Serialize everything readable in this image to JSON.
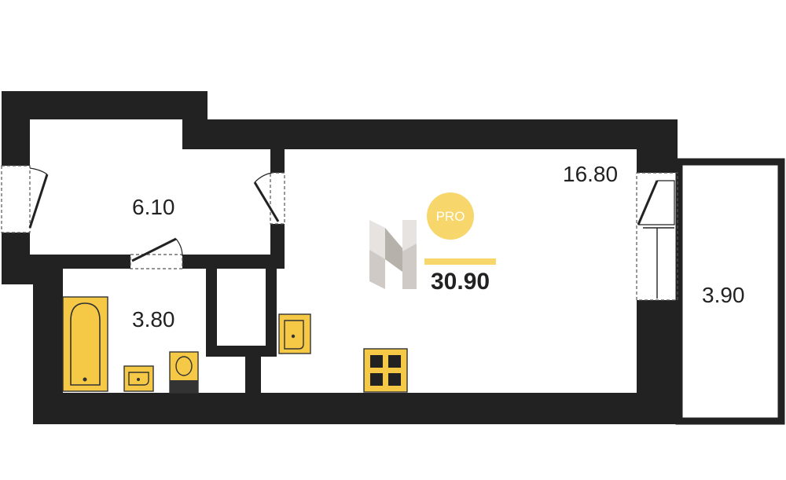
{
  "plan": {
    "rooms": [
      {
        "id": "hallway",
        "area": "6.10"
      },
      {
        "id": "bathroom",
        "area": "3.80"
      },
      {
        "id": "studio",
        "area": "16.80"
      },
      {
        "id": "balcony",
        "area": "3.90"
      }
    ],
    "total_area": "30.90",
    "badge": "PRO",
    "colors": {
      "wall": "#222222",
      "fixture": "#f5c845",
      "accent": "#f7d66b",
      "logo_light": "#e6e3e0",
      "logo_mid": "#cfcac5",
      "logo_dark": "#b7b1ab"
    }
  }
}
